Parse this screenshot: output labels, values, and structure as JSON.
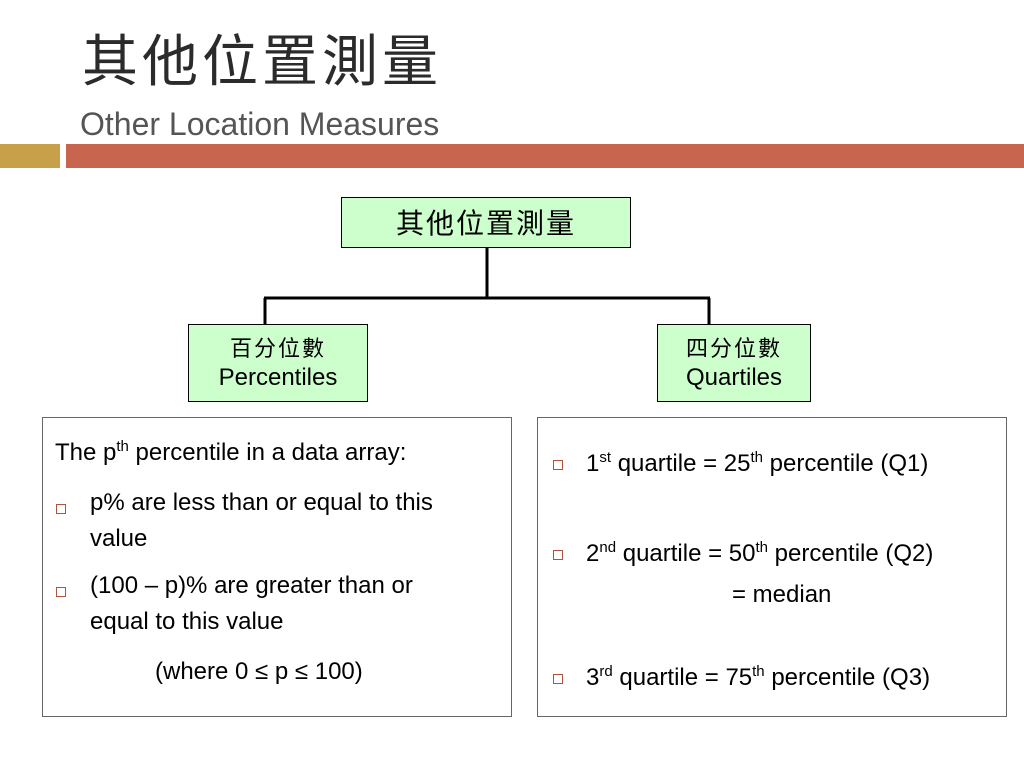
{
  "slide": {
    "title_cn": "其他位置測量",
    "title_en": "Other Location Measures"
  },
  "colors": {
    "accent_gold": "#c8a04a",
    "accent_rust": "#c8654f",
    "node_fill": "#ccffcc",
    "bullet_border": "#b0533b"
  },
  "diagram": {
    "root": {
      "label": "其他位置測量"
    },
    "percentiles": {
      "label_cn": "百分位數",
      "label_en": "Percentiles"
    },
    "quartiles": {
      "label_cn": "四分位數",
      "label_en": "Quartiles"
    }
  },
  "left_panel": {
    "intro": {
      "pre": "The p",
      "sup": "th",
      "post": " percentile in a data array:"
    },
    "bullets": [
      {
        "line1": "p% are less than or equal to this",
        "line2": "value"
      },
      {
        "line1": "(100 – p)% are greater than or",
        "line2": "equal to this value"
      }
    ],
    "note": "(where 0 ≤ p ≤ 100)"
  },
  "right_panel": {
    "q1": {
      "n": "1",
      "n_sup": "st",
      "mid": " quartile = 25",
      "mid_sup": "th",
      "post": " percentile (Q1)"
    },
    "q2": {
      "n": "2",
      "n_sup": "nd",
      "mid": " quartile = 50",
      "mid_sup": "th",
      "post": " percentile (Q2)"
    },
    "q2_median": "= median",
    "q3": {
      "n": "3",
      "n_sup": "rd",
      "mid": " quartile = 75",
      "mid_sup": "th",
      "post": " percentile (Q3)"
    }
  }
}
